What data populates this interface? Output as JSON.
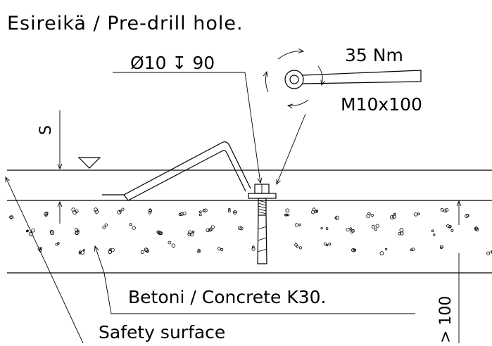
{
  "labels": {
    "title": "Esireikä / Pre-drill hole.",
    "drill_spec": "Ø10 ↧ 90",
    "torque": "35 Nm",
    "bolt": "M10x100",
    "surface_symbol": "S",
    "concrete": "Betoni / Concrete  K30.",
    "safety_surface": "Safety surface",
    "depth": "> 100"
  },
  "colors": {
    "line": "#000000",
    "background": "#ffffff"
  },
  "icons": {
    "level_marker": "triangle-level-icon",
    "wrench": "wrench-icon",
    "anchor_bolt": "anchor-bolt-icon"
  }
}
